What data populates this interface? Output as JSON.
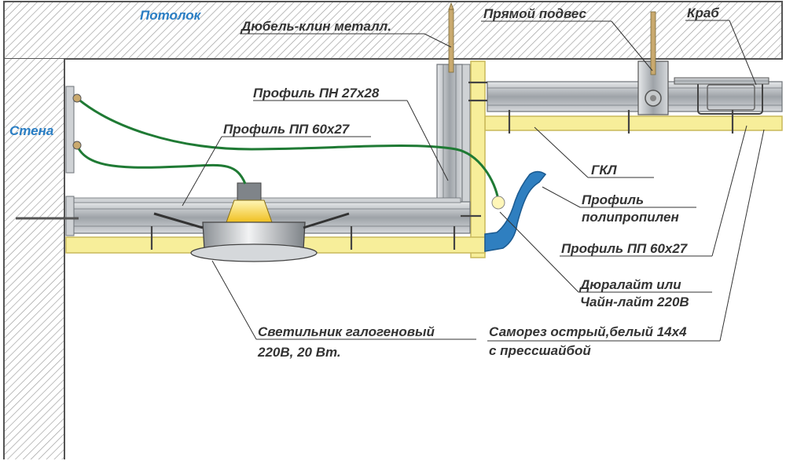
{
  "colors": {
    "hatch": "#9a9a9a",
    "profile": "#b9bcc0",
    "profile_dark": "#6e7378",
    "gkl": "#f7ee9a",
    "gkl_edge": "#c9b85a",
    "wire": "#1f7a34",
    "cornice": "#2f7fc0",
    "label_blue": "#2a7ec4",
    "label": "#333333"
  },
  "labels": {
    "ceiling": "Потолок",
    "wall": "Стена",
    "anchor": "Дюбель-клин металл.",
    "hanger": "Прямой подвес",
    "crab": "Краб",
    "pn_profile": "Профиль ПН 27х28",
    "pp_profile_top": "Профиль ПП 60х27",
    "gkl": "ГКЛ",
    "poly_profile_1": "Профиль",
    "poly_profile_2": "полипропилен",
    "pp_profile_right": "Профиль ПП 60х27",
    "duralight_1": "Дюралайт или",
    "duralight_2": "Чайн-лайт 220В",
    "lamp_1": "Светильник галогеновый",
    "lamp_2": "220В, 20 Вт.",
    "screw_1": "Саморез острый,белый 14х4",
    "screw_2": "с прессшайбой"
  }
}
